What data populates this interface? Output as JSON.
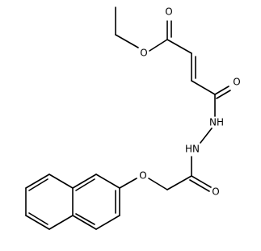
{
  "structure": {
    "atoms": [
      {
        "name": "ester-carbonyl-oxygen",
        "label": "O"
      },
      {
        "name": "ester-ether-oxygen",
        "label": "O"
      },
      {
        "name": "ketone-oxygen",
        "label": "O"
      },
      {
        "name": "hydrazide-nh-upper",
        "label": "NH"
      },
      {
        "name": "hydrazide-nh-lower",
        "label": "HN"
      },
      {
        "name": "aryl-ether-oxygen",
        "label": "O"
      },
      {
        "name": "amide-oxygen",
        "label": "O"
      }
    ]
  }
}
